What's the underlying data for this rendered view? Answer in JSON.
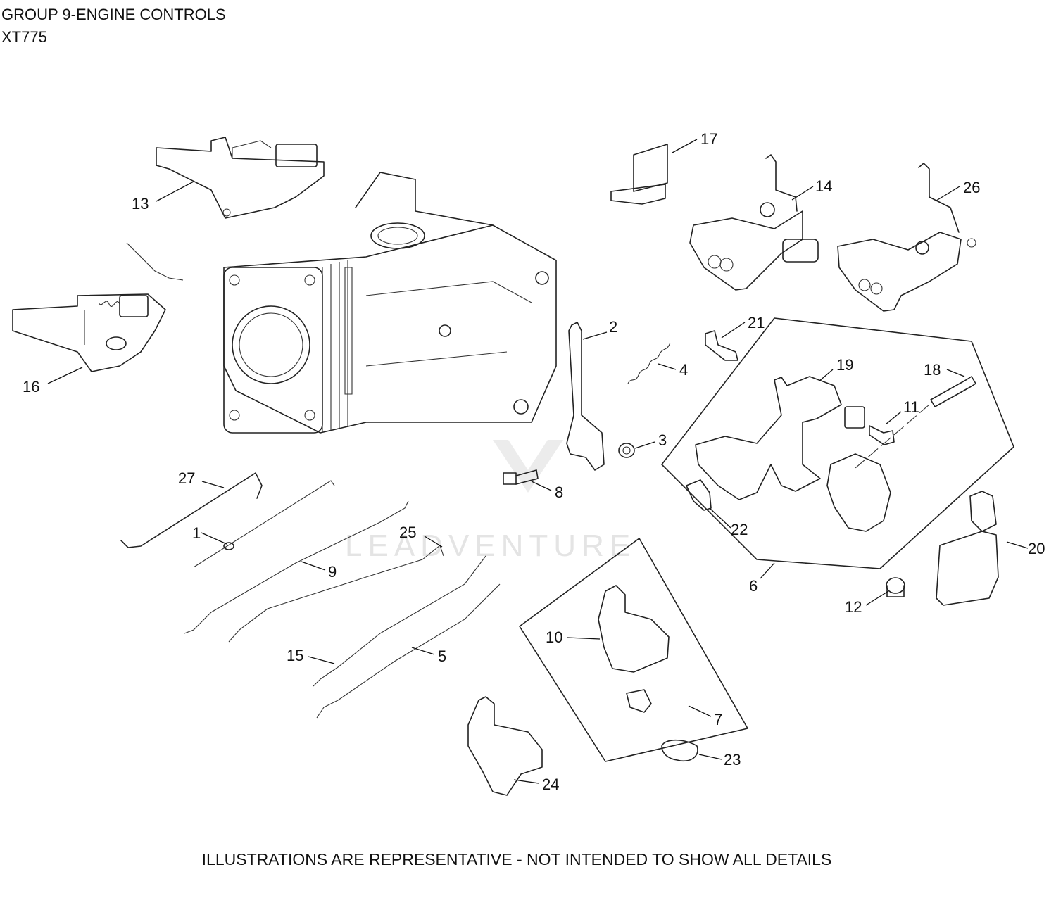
{
  "header": {
    "title": "GROUP 9-ENGINE CONTROLS",
    "model": "XT775"
  },
  "watermark": {
    "text": "LEADVENTURE"
  },
  "footer": {
    "note": "ILLUSTRATIONS ARE REPRESENTATIVE - NOT INTENDED TO SHOW ALL DETAILS"
  },
  "callouts": {
    "c1": "1",
    "c2": "2",
    "c3": "3",
    "c4": "4",
    "c5": "5",
    "c6": "6",
    "c7": "7",
    "c8": "8",
    "c9": "9",
    "c10": "10",
    "c11": "11",
    "c12": "12",
    "c13": "13",
    "c14": "14",
    "c15": "15",
    "c16": "16",
    "c17": "17",
    "c18": "18",
    "c19": "19",
    "c20": "20",
    "c21": "21",
    "c22": "22",
    "c23": "23",
    "c24": "24",
    "c25": "25",
    "c26": "26",
    "c27": "27"
  }
}
